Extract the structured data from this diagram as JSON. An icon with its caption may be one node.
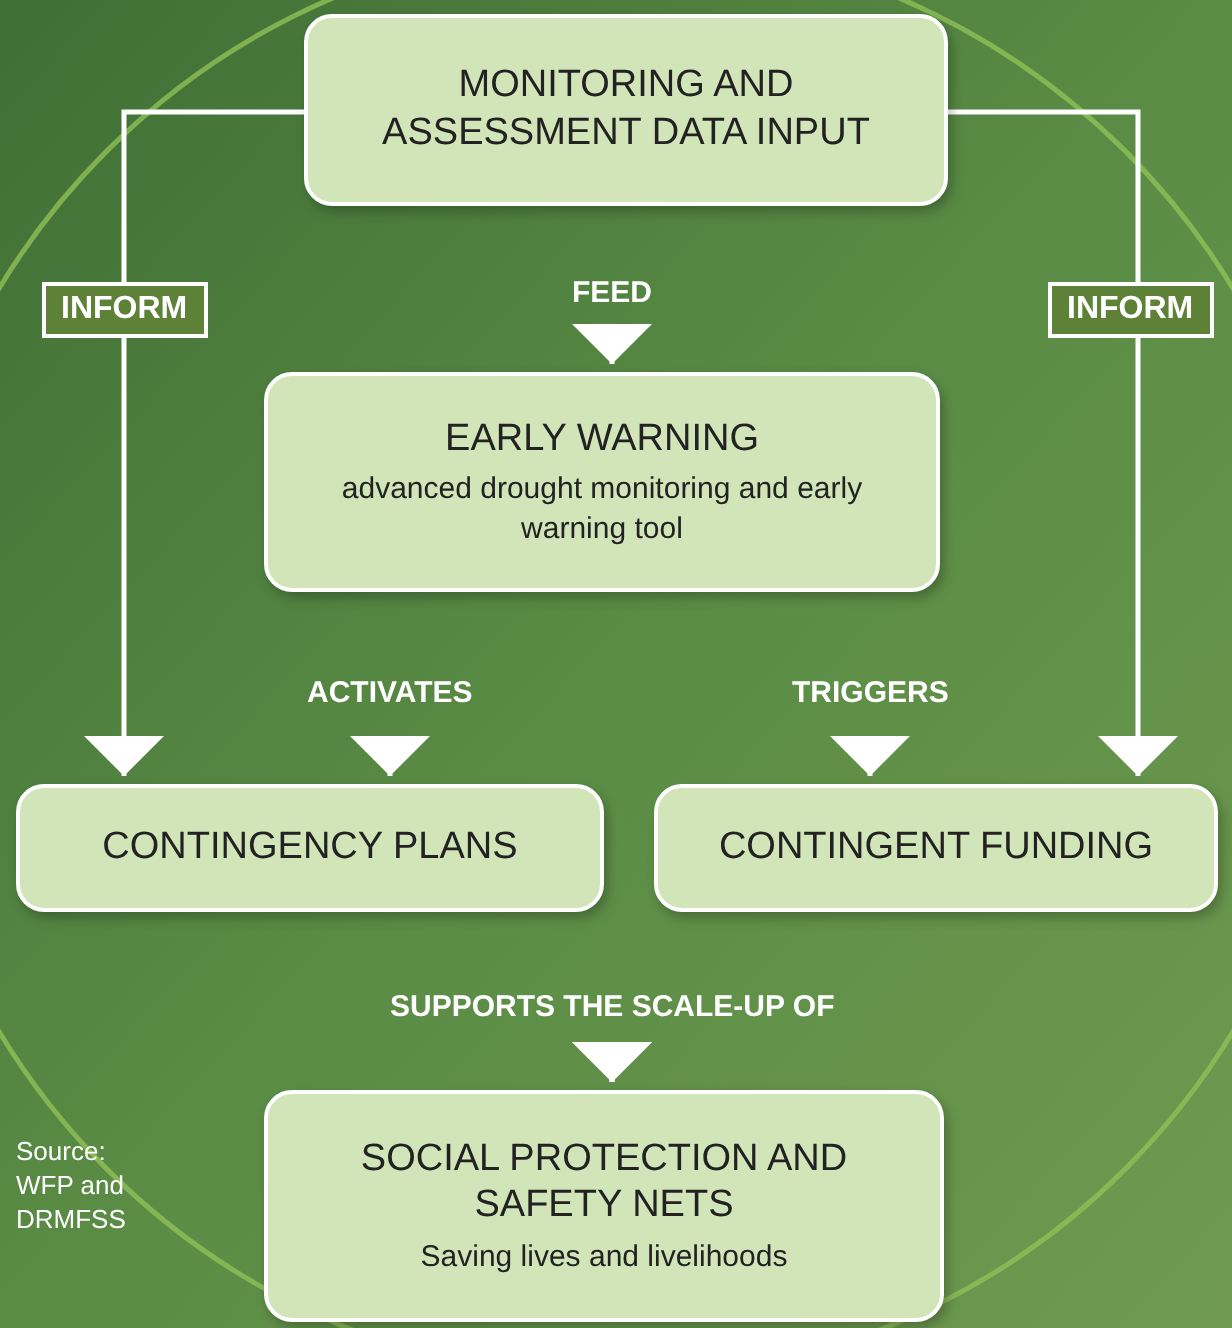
{
  "diagram": {
    "nodes": [
      {
        "text": [
          "MONITORING AND ASSESSMENT DATA INPUT"
        ]
      },
      {
        "text": [
          "EARLY WARNING",
          "advanced drought monitoring and early warning tool"
        ]
      },
      {
        "text": [
          "CONTINGENCY PLANS"
        ]
      },
      {
        "text": [
          "CONTINGENT FUNDING"
        ]
      },
      {
        "text": [
          "SOCIAL PROTECTION AND SAFETY NETS",
          "Saving lives and livelihoods"
        ]
      }
    ],
    "edges": [
      {
        "from": 0,
        "to": 1,
        "arrow": "to",
        "label": "FEED"
      },
      {
        "from": 0,
        "to": 2,
        "arrow": "to",
        "label": "INFORM"
      },
      {
        "from": 0,
        "to": 3,
        "arrow": "to",
        "label": "INFORM"
      },
      {
        "from": 1,
        "to": 2,
        "arrow": "to",
        "label": "ACTIVATES"
      },
      {
        "from": 1,
        "to": 3,
        "arrow": "to",
        "label": "TRIGGERS"
      },
      {
        "from": 2,
        "to": 4,
        "arrow": "to",
        "label": "SUPPORTS THE SCALE-UP OF"
      },
      {
        "from": 3,
        "to": 4,
        "arrow": "to"
      }
    ],
    "labels": [
      "Source: WFP and DRMFSS"
    ]
  }
}
